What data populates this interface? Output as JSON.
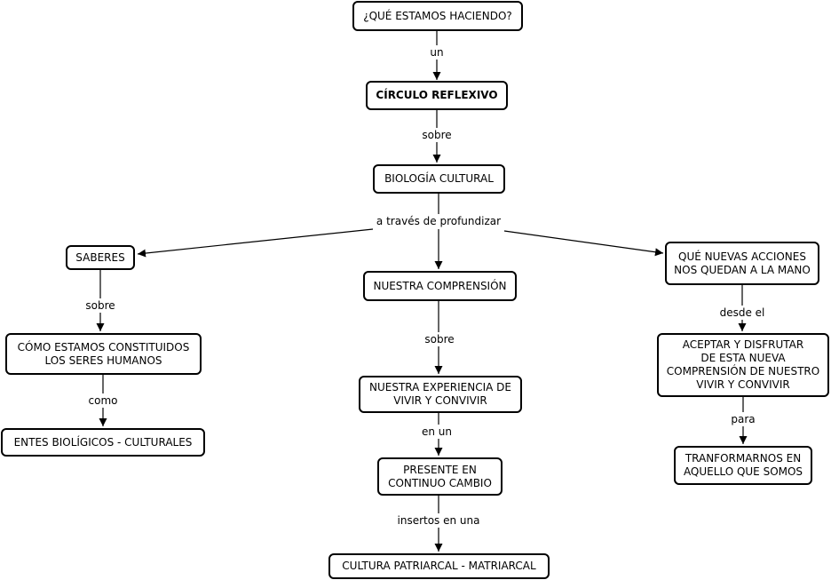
{
  "nodes": {
    "que_hacemos": "¿QUÉ ESTAMOS HACIENDO?",
    "circulo": "CÍRCULO REFLEXIVO",
    "biologia": "BIOLOGÍA CULTURAL",
    "saberes": "SABERES",
    "comprension": "NUESTRA COMPRENSIÓN",
    "nuevas_acciones": "QUÉ NUEVAS ACCIONES\nNOS QUEDAN A LA MANO",
    "constituidos": "CÓMO ESTAMOS CONSTITUIDOS\nLOS SERES HUMANOS",
    "experiencia": "NUESTRA EXPERIENCIA DE\nVIVIR Y CONVIVIR",
    "aceptar": "ACEPTAR Y DISFRUTAR\nDE ESTA NUEVA\nCOMPRENSIÓN DE NUESTRO\nVIVIR Y CONVIVIR",
    "entes": "ENTES BIOLÍGICOS - CULTURALES",
    "presente": "PRESENTE EN\nCONTINUO CAMBIO",
    "tranformarnos": "TRANFORMARNOS EN\nAQUELLO QUE SOMOS",
    "cultura": "CULTURA PATRIARCAL - MATRIARCAL"
  },
  "links": {
    "un": "un",
    "sobre_1": "sobre",
    "a_traves": "a través de profundizar",
    "sobre_2": "sobre",
    "sobre_3": "sobre",
    "desde_el": "desde el",
    "como": "como",
    "en_un": "en un",
    "para": "para",
    "insertos": "insertos en una"
  }
}
